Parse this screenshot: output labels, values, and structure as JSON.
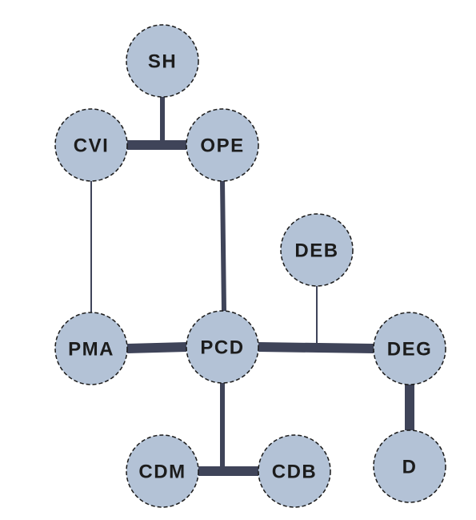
{
  "colors": {
    "node_fill": "#b3c2d6",
    "node_stroke": "#1a1a1a",
    "edge": "#3f4459",
    "label": "#1c1c1c"
  },
  "nodes": [
    {
      "id": "SH",
      "label": "SH"
    },
    {
      "id": "CVI",
      "label": "CVI"
    },
    {
      "id": "OPE",
      "label": "OPE"
    },
    {
      "id": "DEB",
      "label": "DEB"
    },
    {
      "id": "PMA",
      "label": "PMA"
    },
    {
      "id": "PCD",
      "label": "PCD"
    },
    {
      "id": "DEG",
      "label": "DEG"
    },
    {
      "id": "CDM",
      "label": "CDM"
    },
    {
      "id": "CDB",
      "label": "CDB"
    },
    {
      "id": "D",
      "label": "D"
    }
  ],
  "edges": [
    {
      "id": "cvi-ope",
      "from": "CVI",
      "to": "OPE",
      "weight": "heavy"
    },
    {
      "id": "sh-junction",
      "from": "SH",
      "to": "cvi-ope",
      "weight": "medium"
    },
    {
      "id": "cvi-pma",
      "from": "CVI",
      "to": "PMA",
      "weight": "thin"
    },
    {
      "id": "ope-pcd",
      "from": "OPE",
      "to": "PCD",
      "weight": "medium"
    },
    {
      "id": "pma-pcd",
      "from": "PMA",
      "to": "PCD",
      "weight": "heavy"
    },
    {
      "id": "pcd-deg",
      "from": "PCD",
      "to": "DEG",
      "weight": "heavy"
    },
    {
      "id": "deb-junction",
      "from": "DEB",
      "to": "pcd-deg",
      "weight": "thin"
    },
    {
      "id": "deg-d",
      "from": "DEG",
      "to": "D",
      "weight": "heavy"
    },
    {
      "id": "cdm-cdb",
      "from": "CDM",
      "to": "CDB",
      "weight": "heavy"
    },
    {
      "id": "pcd-junction",
      "from": "PCD",
      "to": "cdm-cdb",
      "weight": "medium"
    }
  ]
}
